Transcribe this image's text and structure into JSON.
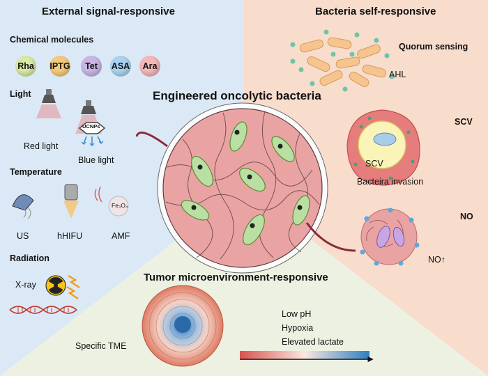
{
  "sections": {
    "external": "External signal-responsive",
    "bacteria": "Bacteria self-responsive",
    "tme": "Tumor microenvironment-responsive",
    "center": "Engineered oncolytic bacteria"
  },
  "categories": {
    "chemical": "Chemical molecules",
    "light": "Light",
    "temperature": "Temperature",
    "radiation": "Radiation"
  },
  "molecules": [
    {
      "label": "Rha",
      "color": "#d9e9a3"
    },
    {
      "label": "IPTG",
      "color": "#f5c97a"
    },
    {
      "label": "Tet",
      "color": "#c9b6e4"
    },
    {
      "label": "ASA",
      "color": "#a9d3f0"
    },
    {
      "label": "Ara",
      "color": "#f4b7b7"
    }
  ],
  "light": {
    "red": "Red light",
    "blue": "Blue light",
    "ucnp": "UCNPs"
  },
  "temperature": {
    "us": "US",
    "hifu": "hHIFU",
    "amf": "AMF",
    "fe": "Fe₃O₄"
  },
  "radiation": {
    "xray": "X-ray"
  },
  "bacteria": {
    "quorum": "Quorum sensing",
    "ahl": "AHL",
    "scv_title": "SCV",
    "scv": "SCV",
    "invasion": "Bacteira invasion",
    "no_title": "NO",
    "no_up": "NO↑"
  },
  "tme": {
    "specific": "Specific TME",
    "conditions": [
      "Low pH",
      "Hypoxia",
      "Elevated lactate"
    ]
  },
  "colors": {
    "left_panel": "#dbe9f6",
    "right_panel": "#f8dccc",
    "bottom_panel": "#edf1e2",
    "tumor": "#e8a3a3",
    "bacterium": "#b9e0a2",
    "gradient_start": "#d9534f",
    "gradient_end": "#2f7fc0"
  }
}
